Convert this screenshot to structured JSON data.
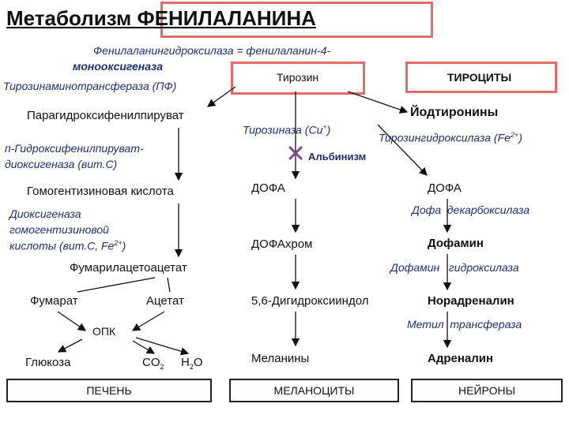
{
  "title": {
    "part1": "Метаболизм ",
    "part2": "ФЕНИЛАЛАНИНА"
  },
  "enzymes": {
    "pah_line1": "Фенилаланингидроксилаза = фенилаланин-4-",
    "pah_line2": "монооксигеназа",
    "tyr_aminotransferase": "Тирозинаминотрансфераза (ПФ)",
    "hppd_line1": "п-Гидроксифенилпируват-",
    "hppd_line2": "диоксигеназа (вит.С)",
    "hgd_line1": "Диоксигеназа",
    "hgd_line2": "гомогентизиновой",
    "hgd_line3": "кислоты   (вит.С, Fe",
    "hgd_sup": "2+",
    "hgd_close": ")",
    "tyrosinase": "Тирозиназа (Cu",
    "tyrosinase_sup": "+",
    "tyrosinase_close": ")",
    "tyr_hydroxylase": "Тирозингидроксилаза (Fe",
    "tyr_hydroxylase_sup": "2+",
    "tyr_hydroxylase_close": ")",
    "dopa_decarb_a": "Дофа",
    "dopa_decarb_b": "декарбоксилаза",
    "dopamine_hydrox_a": "Дофамин",
    "dopamine_hydrox_b": "гидроксилаза",
    "methyl_a": "Метил",
    "methyl_b": "трансфераза"
  },
  "nodes": {
    "tyrosine": "Тирозин",
    "thyrocytes": "ТИРОЦИТЫ",
    "iodothyronines": "Йодтиронины",
    "parahydroxyphenylpyruvate": "Парагидроксифенилпируват",
    "albinism": "Альбинизм",
    "homogentisic": "Гомогентизиновая кислота",
    "dopa_left": "ДОФА",
    "dopa_right": "ДОФА",
    "dopachrome": "ДОФАхром",
    "dopamine": "Дофамин",
    "fumarylacetoacetate": "Фумарилацетоацетат",
    "fumarate": "Фумарат",
    "acetate": "Ацетат",
    "dihydroxyindole": "5,6-Дигидроксииндол",
    "noradrenaline": "Норадреналин",
    "tca": "ОПК",
    "glucose": "Глюкоза",
    "co2": "CO",
    "co2_sub": "2",
    "h2o_h": "H",
    "h2o_sub": "2",
    "h2o_o": "O",
    "melanins": "Меланины",
    "adrenaline": "Адреналин"
  },
  "locations": {
    "liver": "ПЕЧЕНЬ",
    "melanocytes": "МЕЛАНОЦИТЫ",
    "neurons": "НЕЙРОНЫ"
  },
  "colors": {
    "box_border": "#e36a6a",
    "enzyme_text": "#1f2f6e",
    "block_mark": "#7a4a8a"
  }
}
